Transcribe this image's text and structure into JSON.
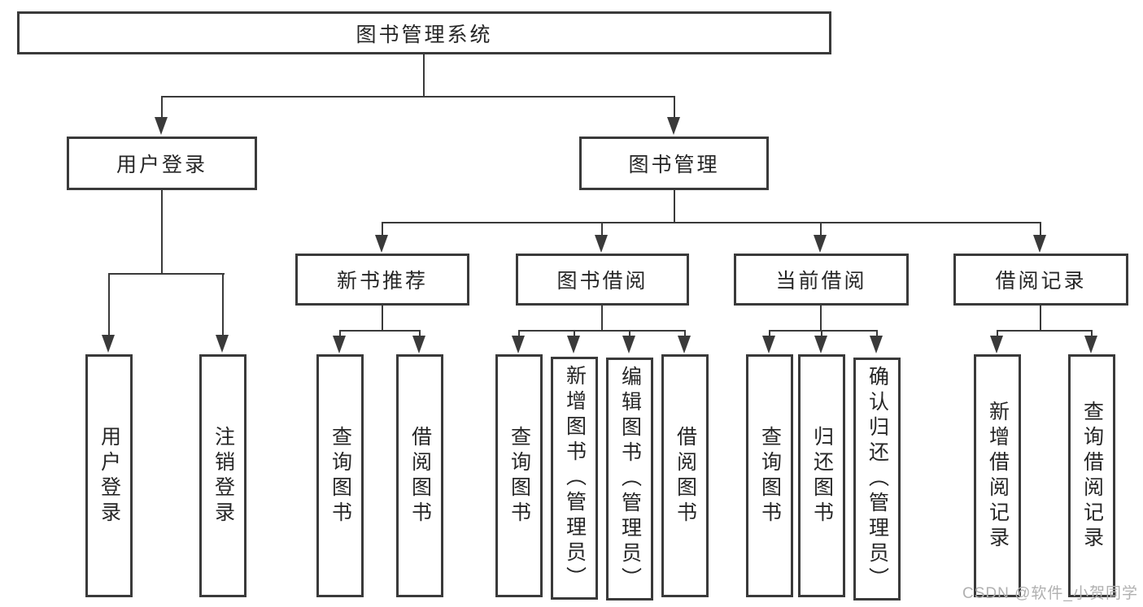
{
  "diagram": {
    "title": "图书管理系统",
    "branches": [
      {
        "label": "用户登录",
        "children": [
          {
            "label": "用户登录"
          },
          {
            "label": "注销登录"
          }
        ]
      },
      {
        "label": "图书管理",
        "children": [
          {
            "label": "新书推荐",
            "children": [
              {
                "label": "查询图书"
              },
              {
                "label": "借阅图书"
              }
            ]
          },
          {
            "label": "图书借阅",
            "children": [
              {
                "label": "查询图书"
              },
              {
                "label": "新增图书（管理员）"
              },
              {
                "label": "编辑图书（管理员）"
              },
              {
                "label": "借阅图书"
              }
            ]
          },
          {
            "label": "当前借阅",
            "children": [
              {
                "label": "查询图书"
              },
              {
                "label": "归还图书"
              },
              {
                "label": "确认归还（管理员）"
              }
            ]
          },
          {
            "label": "借阅记录",
            "children": [
              {
                "label": "新增借阅记录"
              },
              {
                "label": "查询借阅记录"
              }
            ]
          }
        ]
      }
    ]
  },
  "watermark": {
    "text": "CSDN @软件_小贺同学"
  },
  "colors": {
    "line": "#3a3a3a",
    "text": "#262626",
    "background": "#ffffff",
    "watermark": "#b0b0b0"
  }
}
